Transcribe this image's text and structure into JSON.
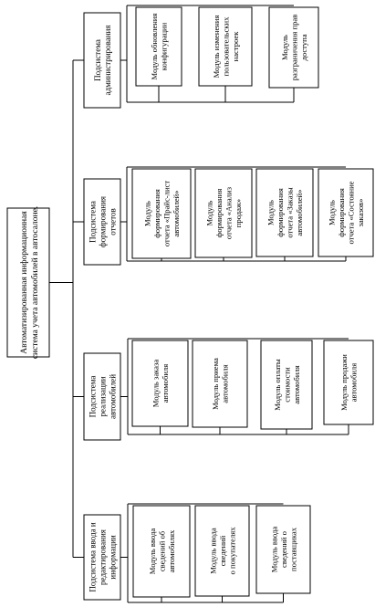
{
  "root": {
    "lines": [
      "Автоматизированная информационная",
      "система учета автомобилей в автосалоне."
    ]
  },
  "subsystems": [
    {
      "lines": [
        "Подсистема",
        "администрирования"
      ],
      "modules": [
        [
          "Модуль обновления",
          "конфигурации"
        ],
        [
          "Модуль изменения",
          "пользовательских",
          "настроек"
        ],
        [
          "Модуль",
          "разграничения прав",
          "доступа"
        ]
      ]
    },
    {
      "lines": [
        "Подсистема",
        "формирования",
        "отчетов"
      ],
      "modules": [
        [
          "Модуль",
          "формирования",
          "отчета «Прайс-лист",
          "автомобилей»"
        ],
        [
          "Модуль",
          "формирования",
          "отчета «Анализ",
          "продаж»"
        ],
        [
          "Модуль",
          "формирования",
          "отчета «Заказы",
          "автомобилей»"
        ],
        [
          "Модуль",
          "формирования",
          "отчета «Состояние",
          "заказов»"
        ]
      ]
    },
    {
      "lines": [
        "Подсистема",
        "реализации",
        "автомобилей"
      ],
      "modules": [
        [
          "Модуль заказа",
          "автомобиля"
        ],
        [
          "Модуль приема",
          "автомобиля"
        ],
        [
          "Модуль оплаты",
          "стоимости",
          "автомобиля"
        ],
        [
          "Модуль продажи",
          "автомобиля"
        ]
      ]
    },
    {
      "lines": [
        "Подсистема ввода и",
        "редактирования",
        "информации"
      ],
      "modules": [
        [
          "Модуль ввода",
          "сведений об",
          "автомобилях"
        ],
        [
          "Модуль ввода",
          "сведений",
          "о покупателях"
        ],
        [
          "Модуль ввода",
          "сведений о",
          "поставщиках"
        ]
      ]
    }
  ]
}
